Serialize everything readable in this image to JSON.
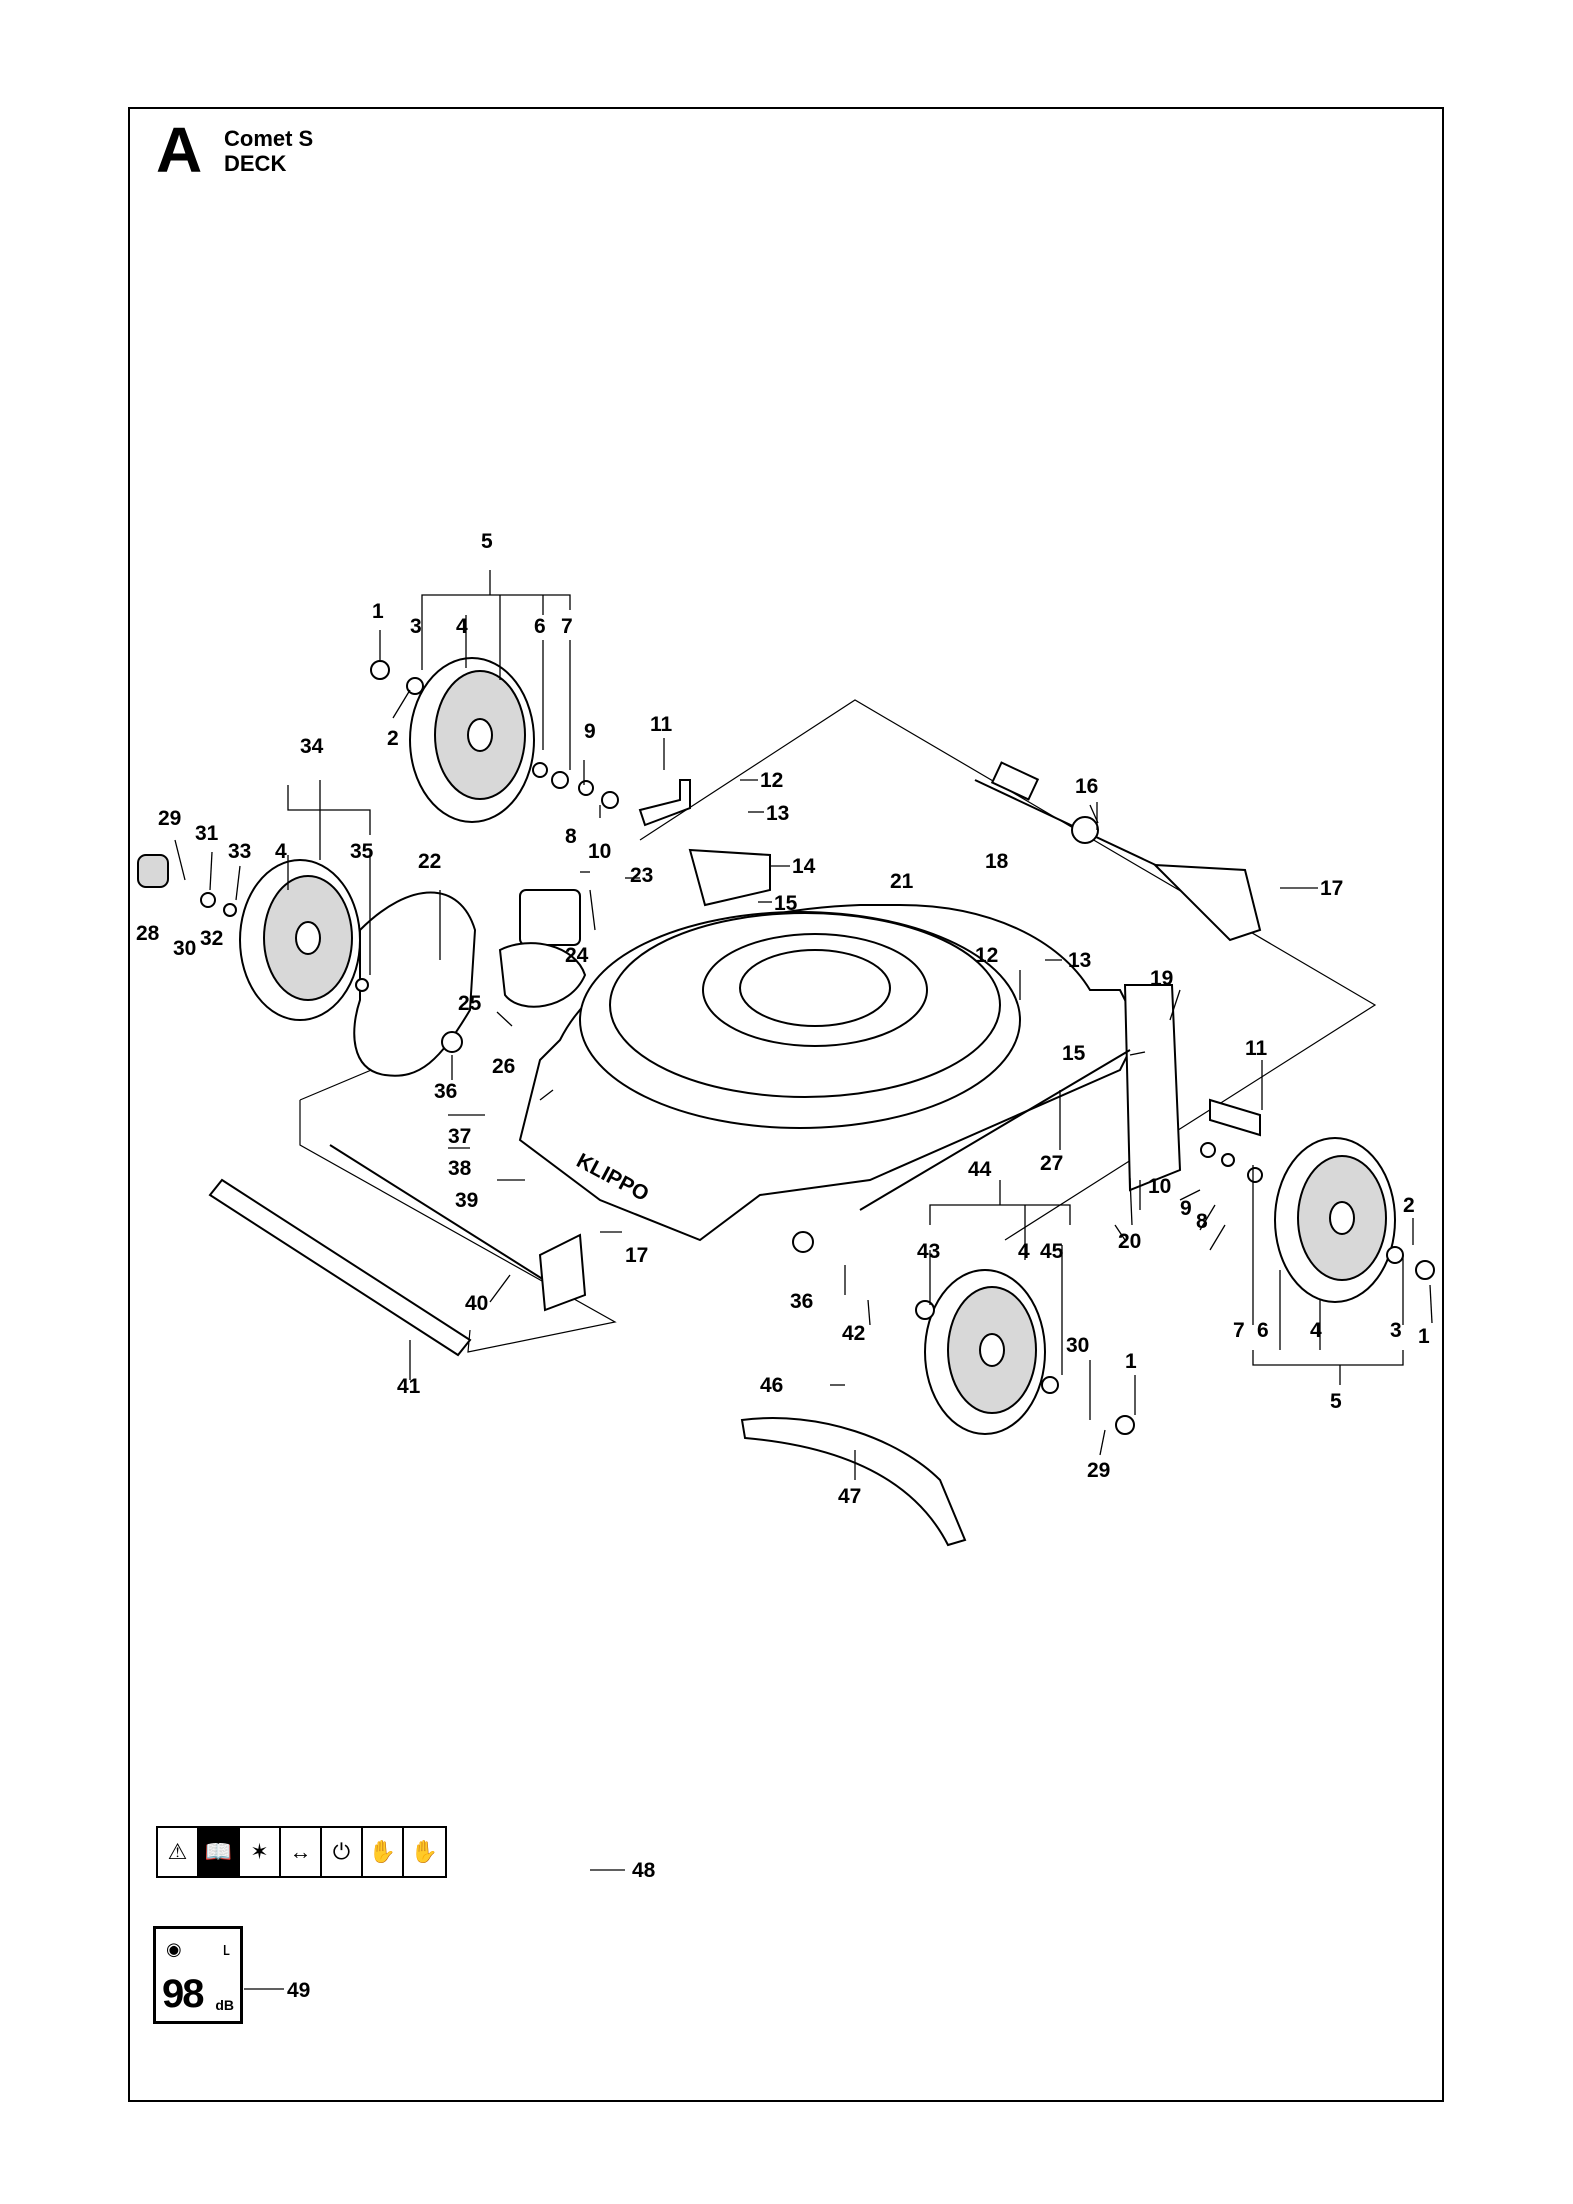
{
  "header": {
    "section_letter": "A",
    "model_name": "Comet S",
    "section_name": "DECK"
  },
  "callouts": [
    "1",
    "2",
    "3",
    "4",
    "5",
    "6",
    "7",
    "8",
    "9",
    "10",
    "11",
    "12",
    "13",
    "14",
    "15",
    "16",
    "17",
    "18",
    "19",
    "20",
    "21",
    "22",
    "23",
    "24",
    "25",
    "26",
    "27",
    "28",
    "29",
    "30",
    "31",
    "32",
    "33",
    "34",
    "35",
    "36",
    "37",
    "38",
    "39",
    "40",
    "41",
    "42",
    "43",
    "44",
    "45",
    "46",
    "47",
    "48",
    "49"
  ],
  "decal": {
    "icons": [
      "warning-triangle-icon",
      "manual-book-icon",
      "thrown-objects-icon",
      "distance-bystander-icon",
      "disconnect-plug-icon",
      "blade-hand-icon",
      "blade-foot-icon"
    ],
    "glyphs": [
      "⚠",
      "📖",
      "✶",
      "↔",
      "⏻",
      "✋",
      "✋"
    ]
  },
  "noise_label": {
    "value": "98",
    "unit": "dB",
    "icons": [
      "sound-power-icon",
      "lwa-icon"
    ]
  }
}
